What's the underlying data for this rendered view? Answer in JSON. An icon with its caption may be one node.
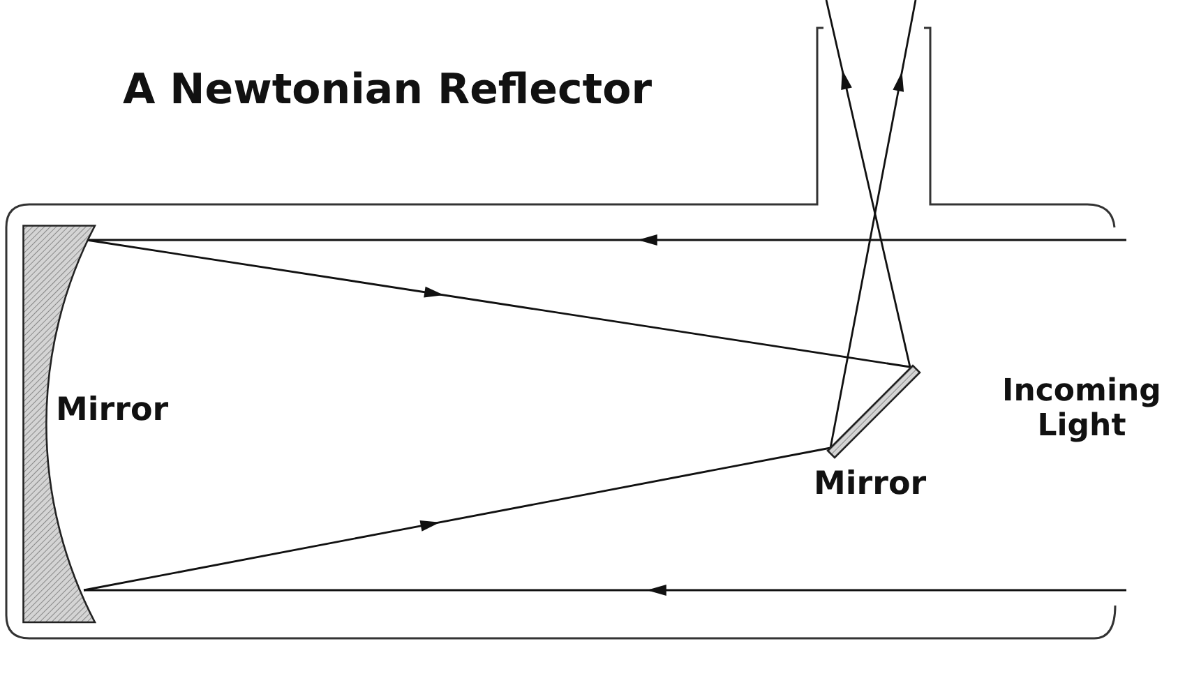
{
  "diagram": {
    "title": "A Newtonian Reflector",
    "nodes": [
      {
        "text": [],
        "shape": "bar",
        "beside": [
          "Mirror"
        ]
      },
      {
        "text": [],
        "shape": "bar",
        "beside": [
          "Mirror"
        ]
      }
    ],
    "edges": [
      {
        "from": null,
        "to": 0,
        "arrow": "to"
      },
      {
        "from": null,
        "to": 0,
        "arrow": "to"
      },
      {
        "from": 0,
        "to": 1,
        "arrow": "to"
      },
      {
        "from": 0,
        "to": 1,
        "arrow": "to"
      },
      {
        "from": 1,
        "to": null,
        "arrow": "to"
      },
      {
        "from": 1,
        "to": null,
        "arrow": "to"
      }
    ],
    "labels": [
      "Incoming Light"
    ]
  }
}
